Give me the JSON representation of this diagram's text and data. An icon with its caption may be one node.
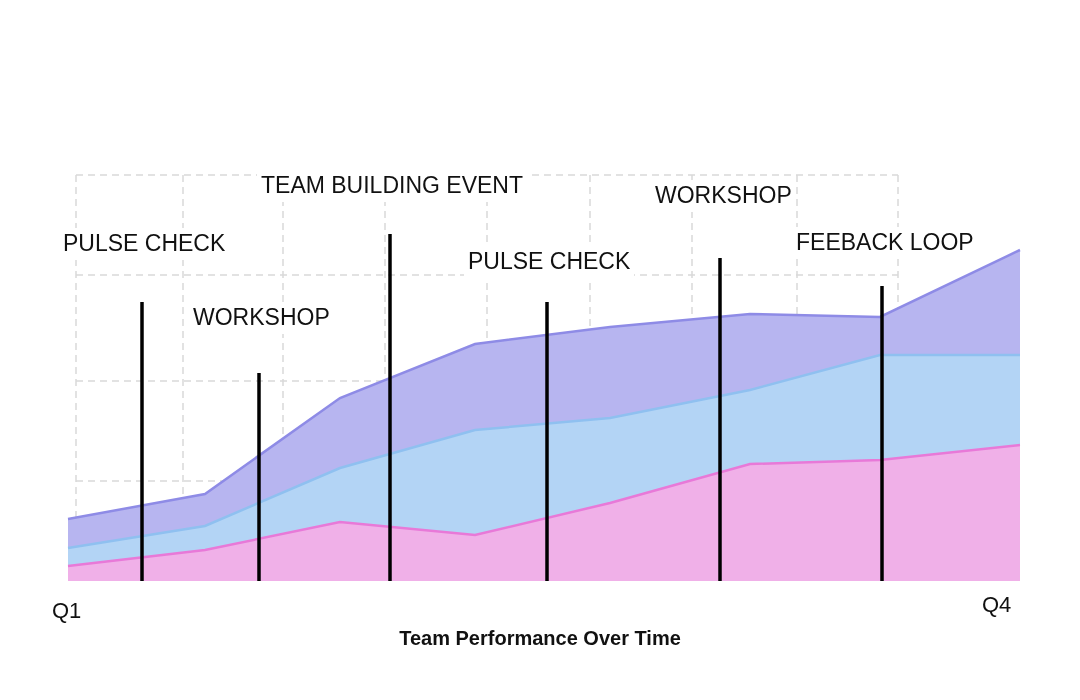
{
  "diagram": {
    "caption": "Team Performance Over Time",
    "labels": [
      "TEAM BUILDING EVENT",
      "WORKSHOP",
      "PULSE CHECK",
      "FEEBACK LOOP",
      "PULSE CHECK",
      "WORKSHOP",
      "Q1",
      "Q4"
    ]
  }
}
